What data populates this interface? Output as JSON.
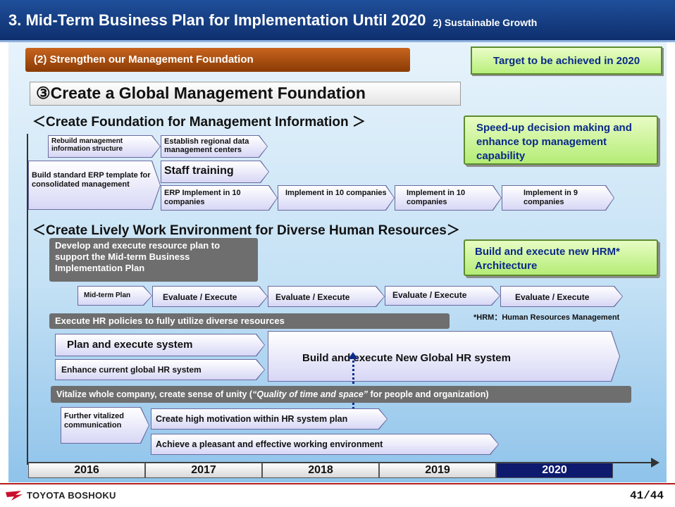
{
  "header": {
    "title": "3. Mid-Term Business Plan for Implementation Until 2020",
    "subtitle": "2) Sustainable Growth"
  },
  "section": {
    "tag": "(2) Strengthen our Management Foundation",
    "target": "Target to be achieved in 2020",
    "heading": "③Create a Global Management Foundation"
  },
  "mgmt_info": {
    "subheading": "＜Create Foundation for Management Information ＞",
    "goal": "Speed-up decision making and enhance top management capability",
    "rebuild": "Rebuild management information structure",
    "regional": "Establish regional data management centers",
    "erp_template": "Build standard ERP template for consolidated management",
    "staff_training": "Staff training",
    "erp_implement": "ERP Implement in 10 companies",
    "impl_2018": "Implement in 10 companies",
    "impl_2019": "Implement in 10 companies",
    "impl_2020": "Implement in 9 companies"
  },
  "hr": {
    "subheading": "＜Create Lively Work Environment for Diverse Human Resources＞",
    "resource_plan": "Develop and execute resource plan to support the Mid-term Business Implementation Plan",
    "goal": "Build and execute new HRM* Architecture",
    "midterm_plan": "Mid-term Plan",
    "eval_2017": "Evaluate / Execute",
    "eval_2018": "Evaluate / Execute",
    "eval_2019": "Evaluate / Execute",
    "eval_2020": "Evaluate / Execute",
    "hrm_note": "*HRM：Human Resources Management",
    "execute_policies": "Execute HR policies to fully utilize diverse resources",
    "plan_system": "Plan and execute system",
    "enhance_system": "Enhance current global HR system",
    "new_global_hr": "Build and execute New Global HR system",
    "vitalize_pre": "Vitalize whole company, create sense of unity (",
    "vitalize_quote": "“Quality of time and space”",
    "vitalize_post": " for people and organization)",
    "further_vitalized": "Further vitalized communication",
    "high_motivation": "Create high motivation within HR system plan",
    "pleasant_env": "Achieve a pleasant and effective working environment"
  },
  "timeline": {
    "years": [
      "2016",
      "2017",
      "2018",
      "2019",
      "2020"
    ],
    "highlight": "2020"
  },
  "footer": {
    "company": "TOYOTA BOSHOKU",
    "page": "41/44"
  },
  "colors": {
    "title_bar": "#1f4f9a",
    "section_tag": "#c8641e",
    "goal_green": "#b9ef7a",
    "goal_text": "#0a2a8a",
    "highlight_year": "#0e1a6e",
    "footer_line": "#b31d1d"
  }
}
